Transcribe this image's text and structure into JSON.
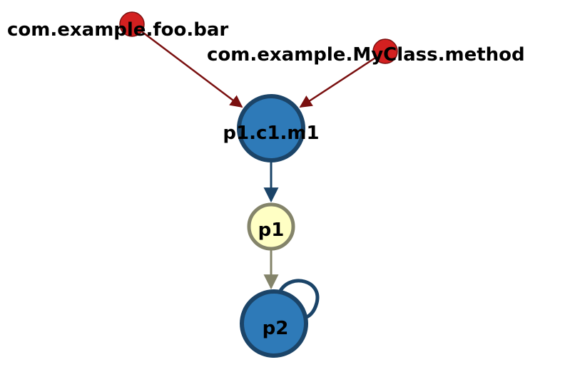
{
  "graph": {
    "nodes": [
      {
        "id": "n-foo-bar",
        "label": "com.example.foo.bar",
        "kind": "external",
        "fill": "#d32020",
        "stroke": "#7a1010"
      },
      {
        "id": "n-myclass-method",
        "label": "com.example.MyClass.method",
        "kind": "external",
        "fill": "#d32020",
        "stroke": "#7a1010"
      },
      {
        "id": "n-p1c1m1",
        "label": "p1.c1.m1",
        "kind": "method",
        "fill": "#2e7ab8",
        "stroke": "#1b4468"
      },
      {
        "id": "n-p1",
        "label": "p1",
        "kind": "package",
        "fill": "#ffffc4",
        "stroke": "#84846a"
      },
      {
        "id": "n-p2",
        "label": "p2",
        "kind": "package",
        "fill": "#2e7ab8",
        "stroke": "#1b4468"
      }
    ],
    "edges": [
      {
        "from": "n-foo-bar",
        "to": "n-p1c1m1",
        "color": "#7a1010"
      },
      {
        "from": "n-myclass-method",
        "to": "n-p1c1m1",
        "color": "#7a1010"
      },
      {
        "from": "n-p1c1m1",
        "to": "n-p1",
        "color": "#1b4468"
      },
      {
        "from": "n-p1",
        "to": "n-p2",
        "color": "#84846a"
      },
      {
        "from": "n-p2",
        "to": "n-p2",
        "color": "#1b4468",
        "self_loop": true
      }
    ]
  }
}
